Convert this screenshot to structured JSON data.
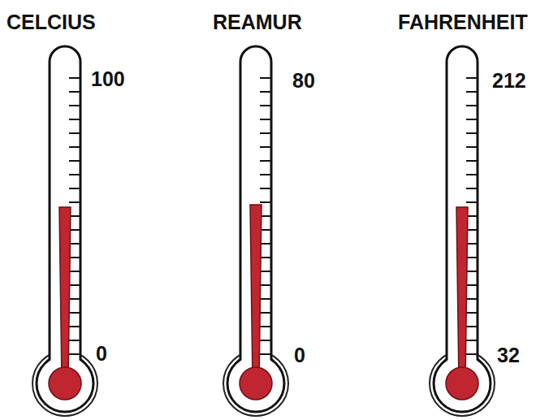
{
  "diagram": {
    "labels": [
      "CELCIUS",
      "REAMUR",
      "FAHRENHEIT",
      "100",
      "0",
      "80",
      "0",
      "212",
      "32"
    ]
  }
}
